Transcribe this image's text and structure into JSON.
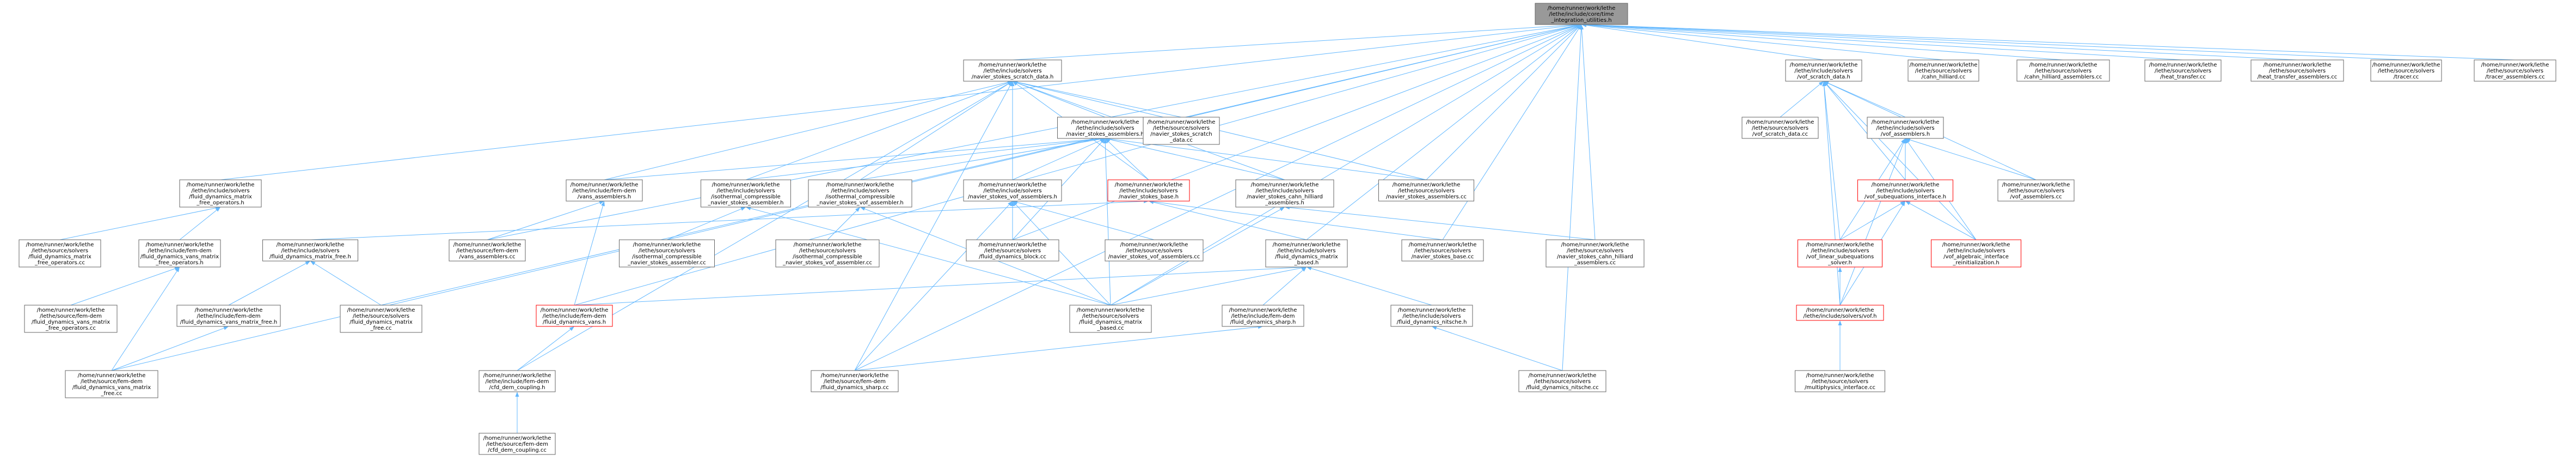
{
  "nodes": [
    {
      "id": "root",
      "lines": [
        "/home/runner/work/lethe",
        "/lethe/include/core/time",
        "_integration_utilities.h"
      ],
      "style": "root"
    },
    {
      "id": "ns_scratch",
      "lines": [
        "/home/runner/work/lethe",
        "/lethe/include/solvers",
        "/navier_stokes_scratch_data.h"
      ],
      "style": "normal"
    },
    {
      "id": "vof_scratch",
      "lines": [
        "/home/runner/work/lethe",
        "/lethe/include/solvers",
        "/vof_scratch_data.h"
      ],
      "style": "normal"
    },
    {
      "id": "cahn_cc",
      "lines": [
        "/home/runner/work/lethe",
        "/lethe/source/solvers",
        "/cahn_hilliard.cc"
      ],
      "style": "normal"
    },
    {
      "id": "cahn_asm_cc",
      "lines": [
        "/home/runner/work/lethe",
        "/lethe/source/solvers",
        "/cahn_hilliard_assemblers.cc"
      ],
      "style": "normal"
    },
    {
      "id": "heat_cc",
      "lines": [
        "/home/runner/work/lethe",
        "/lethe/source/solvers",
        "/heat_transfer.cc"
      ],
      "style": "normal"
    },
    {
      "id": "heat_asm_cc",
      "lines": [
        "/home/runner/work/lethe",
        "/lethe/source/solvers",
        "/heat_transfer_assemblers.cc"
      ],
      "style": "normal"
    },
    {
      "id": "tracer_cc",
      "lines": [
        "/home/runner/work/lethe",
        "/lethe/source/solvers",
        "/tracer.cc"
      ],
      "style": "normal"
    },
    {
      "id": "tracer_asm_cc",
      "lines": [
        "/home/runner/work/lethe",
        "/lethe/source/solvers",
        "/tracer_assemblers.cc"
      ],
      "style": "normal"
    },
    {
      "id": "ns_asm_h",
      "lines": [
        "/home/runner/work/lethe",
        "/lethe/include/solvers",
        "/navier_stokes_assemblers.h"
      ],
      "style": "normal"
    },
    {
      "id": "ns_scratch_cc",
      "lines": [
        "/home/runner/work/lethe",
        "/lethe/source/solvers",
        "/navier_stokes_scratch",
        "_data.cc"
      ],
      "style": "normal"
    },
    {
      "id": "vof_scratch_cc",
      "lines": [
        "/home/runner/work/lethe",
        "/lethe/source/solvers",
        "/vof_scratch_data.cc"
      ],
      "style": "normal"
    },
    {
      "id": "vof_asm_h",
      "lines": [
        "/home/runner/work/lethe",
        "/lethe/include/solvers",
        "/vof_assemblers.h"
      ],
      "style": "normal"
    },
    {
      "id": "mf_ops_h",
      "lines": [
        "/home/runner/work/lethe",
        "/lethe/include/solvers",
        "/fluid_dynamics_matrix",
        "_free_operators.h"
      ],
      "style": "normal"
    },
    {
      "id": "vans_asm_h",
      "lines": [
        "/home/runner/work/lethe",
        "/lethe/include/fem-dem",
        "/vans_assemblers.h"
      ],
      "style": "normal"
    },
    {
      "id": "iso_asm_h",
      "lines": [
        "/home/runner/work/lethe",
        "/lethe/include/solvers",
        "/isothermal_compressible",
        "_navier_stokes_assembler.h"
      ],
      "style": "normal"
    },
    {
      "id": "iso_vof_asm_h",
      "lines": [
        "/home/runner/work/lethe",
        "/lethe/include/solvers",
        "/isothermal_compressible",
        "_navier_stokes_vof_assembler.h"
      ],
      "style": "normal"
    },
    {
      "id": "ns_vof_asm_h",
      "lines": [
        "/home/runner/work/lethe",
        "/lethe/include/solvers",
        "/navier_stokes_vof_assemblers.h"
      ],
      "style": "normal"
    },
    {
      "id": "ns_base_h",
      "lines": [
        "/home/runner/work/lethe",
        "/lethe/include/solvers",
        "/navier_stokes_base.h"
      ],
      "style": "red"
    },
    {
      "id": "ns_cahn_asm_h",
      "lines": [
        "/home/runner/work/lethe",
        "/lethe/include/solvers",
        "/navier_stokes_cahn_hilliard",
        "_assemblers.h"
      ],
      "style": "normal"
    },
    {
      "id": "ns_asm_cc",
      "lines": [
        "/home/runner/work/lethe",
        "/lethe/source/solvers",
        "/navier_stokes_assemblers.cc"
      ],
      "style": "normal"
    },
    {
      "id": "vof_subeq_h",
      "lines": [
        "/home/runner/work/lethe",
        "/lethe/include/solvers",
        "/vof_subequations_interface.h"
      ],
      "style": "red"
    },
    {
      "id": "vof_asm_cc",
      "lines": [
        "/home/runner/work/lethe",
        "/lethe/source/solvers",
        "/vof_assemblers.cc"
      ],
      "style": "normal"
    },
    {
      "id": "mf_ops_cc",
      "lines": [
        "/home/runner/work/lethe",
        "/lethe/source/solvers",
        "/fluid_dynamics_matrix",
        "_free_operators.cc"
      ],
      "style": "normal"
    },
    {
      "id": "vans_mf_ops_h",
      "lines": [
        "/home/runner/work/lethe",
        "/lethe/include/fem-dem",
        "/fluid_dynamics_vans_matrix",
        "_free_operators.h"
      ],
      "style": "normal"
    },
    {
      "id": "mf_h",
      "lines": [
        "/home/runner/work/lethe",
        "/lethe/include/solvers",
        "/fluid_dynamics_matrix_free.h"
      ],
      "style": "normal"
    },
    {
      "id": "vans_asm_cc",
      "lines": [
        "/home/runner/work/lethe",
        "/lethe/source/fem-dem",
        "/vans_assemblers.cc"
      ],
      "style": "normal"
    },
    {
      "id": "iso_asm_cc",
      "lines": [
        "/home/runner/work/lethe",
        "/lethe/source/solvers",
        "/isothermal_compressible",
        "_navier_stokes_assembler.cc"
      ],
      "style": "normal"
    },
    {
      "id": "iso_vof_asm_cc",
      "lines": [
        "/home/runner/work/lethe",
        "/lethe/source/solvers",
        "/isothermal_compressible",
        "_navier_stokes_vof_assembler.cc"
      ],
      "style": "normal"
    },
    {
      "id": "block_cc",
      "lines": [
        "/home/runner/work/lethe",
        "/lethe/source/solvers",
        "/fluid_dynamics_block.cc"
      ],
      "style": "normal"
    },
    {
      "id": "ns_vof_asm_cc",
      "lines": [
        "/home/runner/work/lethe",
        "/lethe/source/solvers",
        "/navier_stokes_vof_assemblers.cc"
      ],
      "style": "normal"
    },
    {
      "id": "mb_h",
      "lines": [
        "/home/runner/work/lethe",
        "/lethe/include/solvers",
        "/fluid_dynamics_matrix",
        "_based.h"
      ],
      "style": "normal"
    },
    {
      "id": "ns_base_cc",
      "lines": [
        "/home/runner/work/lethe",
        "/lethe/source/solvers",
        "/navier_stokes_base.cc"
      ],
      "style": "normal"
    },
    {
      "id": "ns_cahn_asm_cc",
      "lines": [
        "/home/runner/work/lethe",
        "/lethe/source/solvers",
        "/navier_stokes_cahn_hilliard",
        "_assemblers.cc"
      ],
      "style": "normal"
    },
    {
      "id": "vof_lin_sub_h",
      "lines": [
        "/home/runner/work/lethe",
        "/lethe/include/solvers",
        "/vof_linear_subequations",
        "_solver.h"
      ],
      "style": "red"
    },
    {
      "id": "vof_alg_h",
      "lines": [
        "/home/runner/work/lethe",
        "/lethe/include/solvers",
        "/vof_algebraic_interface",
        "_reinitialization.h"
      ],
      "style": "red"
    },
    {
      "id": "vans_mf_ops_cc",
      "lines": [
        "/home/runner/work/lethe",
        "/lethe/source/fem-dem",
        "/fluid_dynamics_vans_matrix",
        "_free_operators.cc"
      ],
      "style": "normal"
    },
    {
      "id": "vans_mf_h",
      "lines": [
        "/home/runner/work/lethe",
        "/lethe/include/fem-dem",
        "/fluid_dynamics_vans_matrix_free.h"
      ],
      "style": "normal"
    },
    {
      "id": "mf_cc",
      "lines": [
        "/home/runner/work/lethe",
        "/lethe/source/solvers",
        "/fluid_dynamics_matrix",
        "_free.cc"
      ],
      "style": "normal"
    },
    {
      "id": "vans_h",
      "lines": [
        "/home/runner/work/lethe",
        "/lethe/include/fem-dem",
        "/fluid_dynamics_vans.h"
      ],
      "style": "red"
    },
    {
      "id": "mb_cc",
      "lines": [
        "/home/runner/work/lethe",
        "/lethe/source/solvers",
        "/fluid_dynamics_matrix",
        "_based.cc"
      ],
      "style": "normal"
    },
    {
      "id": "sharp_h",
      "lines": [
        "/home/runner/work/lethe",
        "/lethe/include/fem-dem",
        "/fluid_dynamics_sharp.h"
      ],
      "style": "normal"
    },
    {
      "id": "nitsche_h",
      "lines": [
        "/home/runner/work/lethe",
        "/lethe/include/solvers",
        "/fluid_dynamics_nitsche.h"
      ],
      "style": "normal"
    },
    {
      "id": "vof_h",
      "lines": [
        "/home/runner/work/lethe",
        "/lethe/include/solvers/vof.h"
      ],
      "style": "red"
    },
    {
      "id": "vans_mf_cc",
      "lines": [
        "/home/runner/work/lethe",
        "/lethe/source/fem-dem",
        "/fluid_dynamics_vans_matrix",
        "_free.cc"
      ],
      "style": "normal"
    },
    {
      "id": "cfd_dem_h",
      "lines": [
        "/home/runner/work/lethe",
        "/lethe/include/fem-dem",
        "/cfd_dem_coupling.h"
      ],
      "style": "normal"
    },
    {
      "id": "sharp_cc",
      "lines": [
        "/home/runner/work/lethe",
        "/lethe/source/fem-dem",
        "/fluid_dynamics_sharp.cc"
      ],
      "style": "normal"
    },
    {
      "id": "nitsche_cc",
      "lines": [
        "/home/runner/work/lethe",
        "/lethe/source/solvers",
        "/fluid_dynamics_nitsche.cc"
      ],
      "style": "normal"
    },
    {
      "id": "multiphysics_cc",
      "lines": [
        "/home/runner/work/lethe",
        "/lethe/source/solvers",
        "/multiphysics_interface.cc"
      ],
      "style": "normal"
    },
    {
      "id": "cfd_dem_cc",
      "lines": [
        "/home/runner/work/lethe",
        "/lethe/source/fem-dem",
        "/cfd_dem_coupling.cc"
      ],
      "style": "normal"
    }
  ],
  "edges": [
    [
      "root",
      "ns_scratch"
    ],
    [
      "root",
      "vof_scratch"
    ],
    [
      "root",
      "cahn_cc"
    ],
    [
      "root",
      "cahn_asm_cc"
    ],
    [
      "root",
      "heat_cc"
    ],
    [
      "root",
      "heat_asm_cc"
    ],
    [
      "root",
      "tracer_cc"
    ],
    [
      "root",
      "tracer_asm_cc"
    ],
    [
      "root",
      "mf_ops_h"
    ],
    [
      "root",
      "vans_asm_cc"
    ],
    [
      "root",
      "ns_asm_cc"
    ],
    [
      "root",
      "block_cc"
    ],
    [
      "root",
      "mb_h"
    ],
    [
      "root",
      "ns_base_cc"
    ],
    [
      "root",
      "ns_cahn_asm_cc"
    ],
    [
      "root",
      "mf_cc"
    ],
    [
      "root",
      "vans_mf_cc"
    ],
    [
      "root",
      "sharp_cc"
    ],
    [
      "root",
      "nitsche_cc"
    ],
    [
      "root",
      "vans_h"
    ],
    [
      "root",
      "mb_cc"
    ],
    [
      "ns_scratch",
      "ns_asm_h"
    ],
    [
      "ns_scratch",
      "ns_scratch_cc"
    ],
    [
      "ns_scratch",
      "vans_asm_h"
    ],
    [
      "ns_scratch",
      "iso_asm_h"
    ],
    [
      "ns_scratch",
      "iso_vof_asm_h"
    ],
    [
      "ns_scratch",
      "ns_vof_asm_h"
    ],
    [
      "ns_scratch",
      "ns_base_h"
    ],
    [
      "ns_scratch",
      "ns_cahn_asm_h"
    ],
    [
      "ns_scratch",
      "ns_asm_cc"
    ],
    [
      "ns_scratch",
      "block_cc"
    ],
    [
      "ns_scratch",
      "cfd_dem_h"
    ],
    [
      "ns_scratch",
      "sharp_cc"
    ],
    [
      "vof_scratch",
      "vof_scratch_cc"
    ],
    [
      "vof_scratch",
      "vof_asm_h"
    ],
    [
      "vof_scratch",
      "vof_subeq_h"
    ],
    [
      "vof_scratch",
      "vof_asm_cc"
    ],
    [
      "vof_scratch",
      "vof_lin_sub_h"
    ],
    [
      "vof_scratch",
      "vof_alg_h"
    ],
    [
      "vof_scratch",
      "vof_h"
    ],
    [
      "ns_asm_h",
      "vans_asm_h"
    ],
    [
      "ns_asm_h",
      "iso_asm_h"
    ],
    [
      "ns_asm_h",
      "iso_vof_asm_h"
    ],
    [
      "ns_asm_h",
      "ns_vof_asm_h"
    ],
    [
      "ns_asm_h",
      "ns_base_h"
    ],
    [
      "ns_asm_h",
      "ns_cahn_asm_h"
    ],
    [
      "ns_asm_h",
      "ns_asm_cc"
    ],
    [
      "ns_asm_h",
      "block_cc"
    ],
    [
      "ns_asm_h",
      "mb_cc"
    ],
    [
      "vof_asm_h",
      "vof_subeq_h"
    ],
    [
      "vof_asm_h",
      "vof_asm_cc"
    ],
    [
      "vof_asm_h",
      "vof_lin_sub_h"
    ],
    [
      "vof_asm_h",
      "vof_alg_h"
    ],
    [
      "vof_asm_h",
      "vof_h"
    ],
    [
      "mf_ops_h",
      "mf_ops_cc"
    ],
    [
      "mf_ops_h",
      "vans_mf_ops_h"
    ],
    [
      "vans_mf_ops_h",
      "vans_mf_ops_cc"
    ],
    [
      "vans_mf_ops_h",
      "vans_mf_cc"
    ],
    [
      "mf_h",
      "vans_mf_h"
    ],
    [
      "mf_h",
      "mf_cc"
    ],
    [
      "vans_mf_h",
      "vans_mf_cc"
    ],
    [
      "vans_asm_h",
      "vans_asm_cc"
    ],
    [
      "vans_asm_h",
      "vans_h"
    ],
    [
      "iso_asm_h",
      "iso_asm_cc"
    ],
    [
      "iso_asm_h",
      "mb_cc"
    ],
    [
      "iso_vof_asm_h",
      "iso_vof_asm_cc"
    ],
    [
      "iso_vof_asm_h",
      "mb_cc"
    ],
    [
      "ns_vof_asm_h",
      "block_cc"
    ],
    [
      "ns_vof_asm_h",
      "ns_vof_asm_cc"
    ],
    [
      "ns_vof_asm_h",
      "mb_cc"
    ],
    [
      "ns_vof_asm_h",
      "sharp_cc"
    ],
    [
      "ns_base_h",
      "mf_h"
    ],
    [
      "ns_base_h",
      "mb_h"
    ],
    [
      "ns_base_h",
      "ns_base_cc"
    ],
    [
      "ns_cahn_asm_h",
      "ns_cahn_asm_cc"
    ],
    [
      "ns_cahn_asm_h",
      "mb_cc"
    ],
    [
      "mb_h",
      "vans_h"
    ],
    [
      "mb_h",
      "mb_cc"
    ],
    [
      "mb_h",
      "sharp_h"
    ],
    [
      "mb_h",
      "nitsche_h"
    ],
    [
      "vans_h",
      "cfd_dem_h"
    ],
    [
      "cfd_dem_h",
      "cfd_dem_cc"
    ],
    [
      "sharp_h",
      "sharp_cc"
    ],
    [
      "nitsche_h",
      "nitsche_cc"
    ],
    [
      "vof_subeq_h",
      "vof_lin_sub_h"
    ],
    [
      "vof_subeq_h",
      "vof_alg_h"
    ],
    [
      "vof_subeq_h",
      "vof_h"
    ],
    [
      "vof_lin_sub_h",
      "vof_h"
    ],
    [
      "vof_h",
      "multiphysics_cc"
    ]
  ]
}
